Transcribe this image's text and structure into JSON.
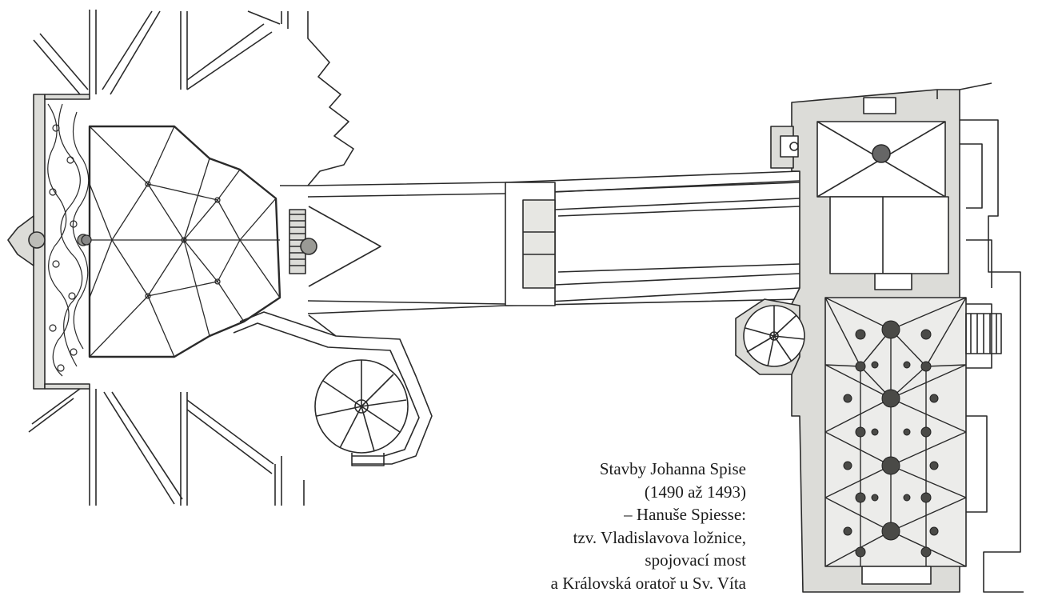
{
  "caption": {
    "lines": [
      "Stavby Johanna Spise",
      "(1490 až 1493)",
      "– Hanuše Spiesse:",
      "tzv. Vladislavova ložnice,",
      "spojovací most",
      "a Královská oratoř  u Sv. Víta"
    ]
  },
  "plan_parts": [
    "vladislav-bedchamber-vault",
    "connecting-bridge",
    "royal-oratory-vault",
    "spiral-staircase-left",
    "spiral-staircase-right"
  ],
  "colors": {
    "ink": "#2a2a2a",
    "wall_fill": "#dcdcd8",
    "background": "#ffffff"
  }
}
